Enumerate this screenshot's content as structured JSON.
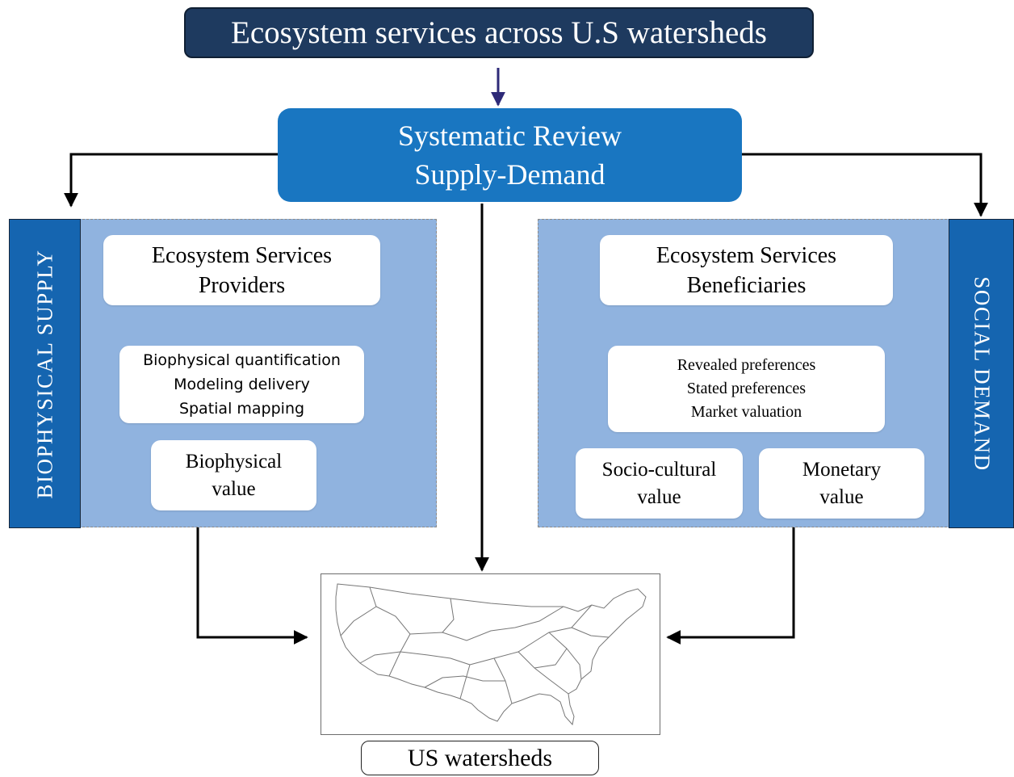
{
  "title": "Ecosystem services across U.S watersheds",
  "review": {
    "line1": "Systematic Review",
    "line2": "Supply-Demand"
  },
  "supply": {
    "side_label": "BIOPHYSICAL SUPPLY",
    "providers": {
      "line1": "Ecosystem Services",
      "line2": "Providers"
    },
    "methods": [
      "Biophysical quantification",
      "Modeling delivery",
      "Spatial mapping"
    ],
    "value": {
      "line1": "Biophysical",
      "line2": "value"
    }
  },
  "demand": {
    "side_label": "SOCIAL DEMAND",
    "beneficiaries": {
      "line1": "Ecosystem Services",
      "line2": "Beneficiaries"
    },
    "methods": [
      "Revealed preferences",
      "Stated preferences",
      "Market valuation"
    ],
    "socio_value": {
      "line1": "Socio-cultural",
      "line2": "value"
    },
    "monetary_value": {
      "line1": "Monetary",
      "line2": "value"
    }
  },
  "map": {
    "label": "US watersheds",
    "icon": "us-watershed-map"
  },
  "colors": {
    "title_bg": "#1e3a5f",
    "review_bg": "#1976c1",
    "panel_bg": "#90b3df",
    "side_bg": "#1565b0",
    "top_arrow": "#2e2a78"
  }
}
